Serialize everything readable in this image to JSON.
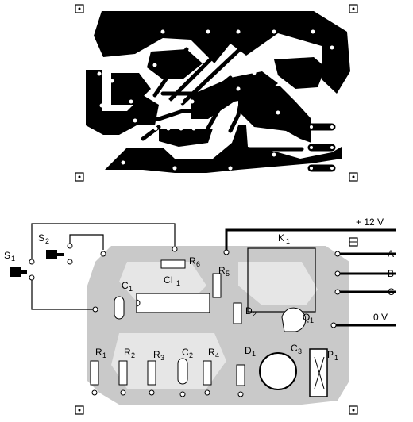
{
  "labels": {
    "power_positive": "+ 12 V",
    "power_ground": "0 V",
    "relay": "K",
    "relay_num": "1",
    "output_a": "A",
    "output_b": "B",
    "output_c": "C",
    "switch1": "S",
    "switch1_num": "1",
    "switch2": "S",
    "switch2_num": "2",
    "c1": "C",
    "c1_num": "1",
    "ic1": "CI",
    "ic1_num": "1",
    "r1": "R",
    "r1_num": "1",
    "r2": "R",
    "r2_num": "2",
    "r3": "R",
    "r3_num": "3",
    "r4": "R",
    "r4_num": "4",
    "r5": "R",
    "r5_num": "5",
    "r6": "R",
    "r6_num": "6",
    "c2": "C",
    "c2_num": "2",
    "c3": "C",
    "c3_num": "3",
    "d1": "D",
    "d1_num": "1",
    "d2": "D",
    "d2_num": "2",
    "q1": "Q",
    "q1_num": "1",
    "p1": "P",
    "p1_num": "1"
  }
}
